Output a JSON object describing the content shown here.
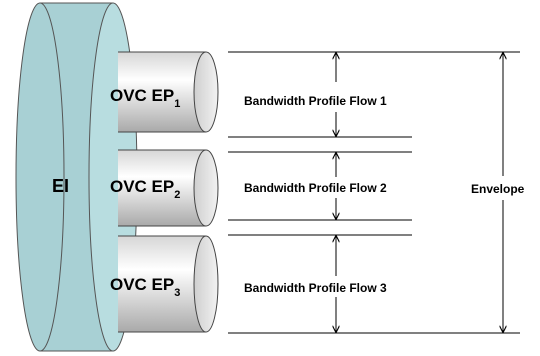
{
  "interface": {
    "label": "EI",
    "color": "#a8d0d4"
  },
  "endpoints": [
    {
      "label": "OVC EP",
      "subscript": "1",
      "flow": "Bandwidth Profile Flow 1"
    },
    {
      "label": "OVC EP",
      "subscript": "2",
      "flow": "Bandwidth Profile Flow 2"
    },
    {
      "label": "OVC EP",
      "subscript": "3",
      "flow": "Bandwidth Profile Flow 3"
    }
  ],
  "envelope": {
    "label": "Envelope"
  }
}
